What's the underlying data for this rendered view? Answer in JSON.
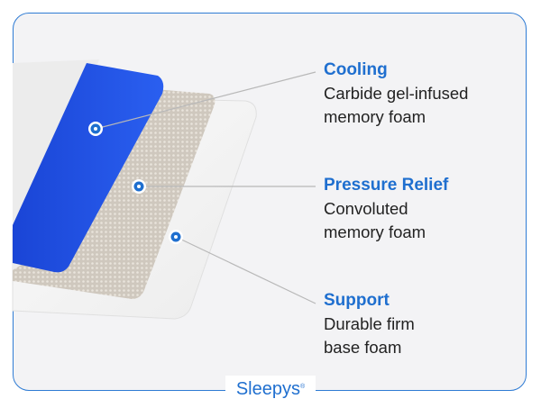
{
  "colors": {
    "brand_blue": "#1f6fcf",
    "gel_blue": "#1f4fe0",
    "frame": "#2e7bd4"
  },
  "layers": [
    {
      "title": "Cooling",
      "description_lines": [
        "Carbide gel-infused",
        "memory foam"
      ]
    },
    {
      "title": "Pressure Relief",
      "description_lines": [
        "Convoluted",
        "memory foam"
      ]
    },
    {
      "title": "Support",
      "description_lines": [
        "Durable firm",
        "base foam"
      ]
    }
  ],
  "brand": {
    "name": "Sleepys",
    "mark": "®"
  }
}
